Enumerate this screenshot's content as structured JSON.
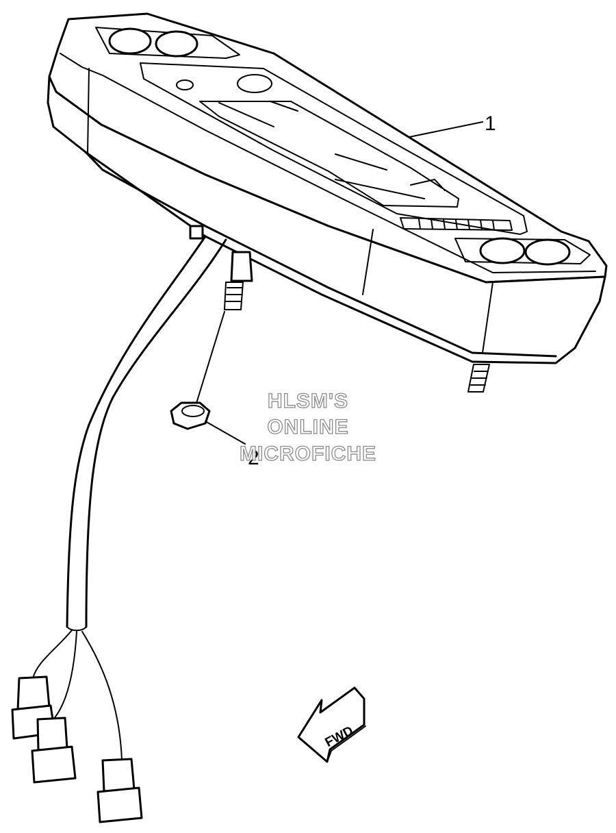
{
  "callouts": [
    {
      "id": "1",
      "label": "1",
      "part": "meter-assembly"
    },
    {
      "id": "2",
      "label": "2",
      "part": "flange-nut"
    }
  ],
  "watermark": {
    "line1": "HLSM'S",
    "line2": "ONLINE",
    "line3": "MICROFICHE"
  },
  "direction_marker": {
    "label": "FWD",
    "icon": "arrow-left-icon"
  },
  "colors": {
    "line": "#000000",
    "background": "#ffffff",
    "watermark_outline": "#8a8a8a"
  }
}
